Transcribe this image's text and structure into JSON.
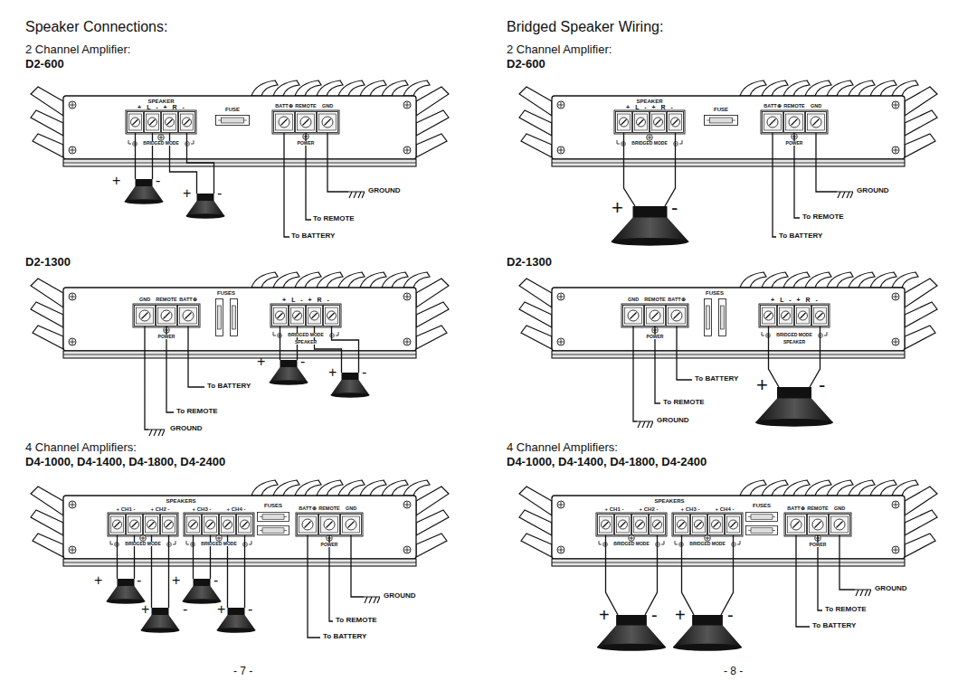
{
  "diagram": {
    "nodes": [
      {
        "text": [
          "SPEAKER",
          "+ L - + R -",
          "BRIDGED MODE",
          "FUSE",
          "BATT⊕",
          "REMOTE",
          "GND",
          "POWER"
        ]
      },
      {
        "text": [
          "GND",
          "REMOTE",
          "BATT⊕",
          "POWER",
          "FUSES",
          "+ L - + R -",
          "BRIDGED MODE",
          "SPEAKER"
        ]
      },
      {
        "text": [
          "+ CH1 -",
          "+ CH2 -",
          "SPEAKERS",
          "+ CH3 -",
          "+ CH4 -",
          "BRIDGED MODE",
          "BRIDGED MODE",
          "FUSES",
          "BATT⊕",
          "REMOTE",
          "GND",
          "POWER"
        ]
      },
      {
        "text": [
          "SPEAKER",
          "+ L - + R -",
          "BRIDGED MODE",
          "FUSE",
          "BATT⊕",
          "REMOTE",
          "GND",
          "POWER"
        ]
      },
      {
        "text": [
          "GND",
          "REMOTE",
          "BATT⊕",
          "POWER",
          "FUSES",
          "+ L - + R -",
          "BRIDGED MODE",
          "SPEAKER"
        ]
      },
      {
        "text": [
          "+ CH1 -",
          "+ CH2 -",
          "SPEAKERS",
          "+ CH3 -",
          "+ CH4 -",
          "BRIDGED MODE",
          "BRIDGED MODE",
          "FUSES",
          "BATT⊕",
          "REMOTE",
          "GND",
          "POWER"
        ]
      }
    ],
    "labels": [
      "Speaker Connections:",
      "2 Channel Amplifier:",
      "D2-600",
      "+",
      "-",
      "+",
      "-",
      "GROUND",
      "To REMOTE",
      "To BATTERY",
      "D2-1300",
      "To BATTERY",
      "To REMOTE",
      "GROUND",
      "+",
      "-",
      "+",
      "-",
      "4 Channel Amplifiers:",
      "D4-1000, D4-1400, D4-1800, D4-2400",
      "+",
      "-",
      "+",
      "-",
      "+",
      "-",
      "+",
      "-",
      "GROUND",
      "To REMOTE",
      "To BATTERY",
      "- 7 -",
      "Bridged Speaker Wiring:",
      "2 Channel Amplifier:",
      "D2-600",
      "+",
      "-",
      "GROUND",
      "To REMOTE",
      "To BATTERY",
      "D2-1300",
      "To BATTERY",
      "To REMOTE",
      "GROUND",
      "+",
      "-",
      "4 Channel Amplifiers:",
      "D4-1000, D4-1400, D4-1800, D4-2400",
      "+",
      "-",
      "+",
      "-",
      "GROUND",
      "To REMOTE",
      "To BATTERY",
      "- 8 -"
    ]
  }
}
